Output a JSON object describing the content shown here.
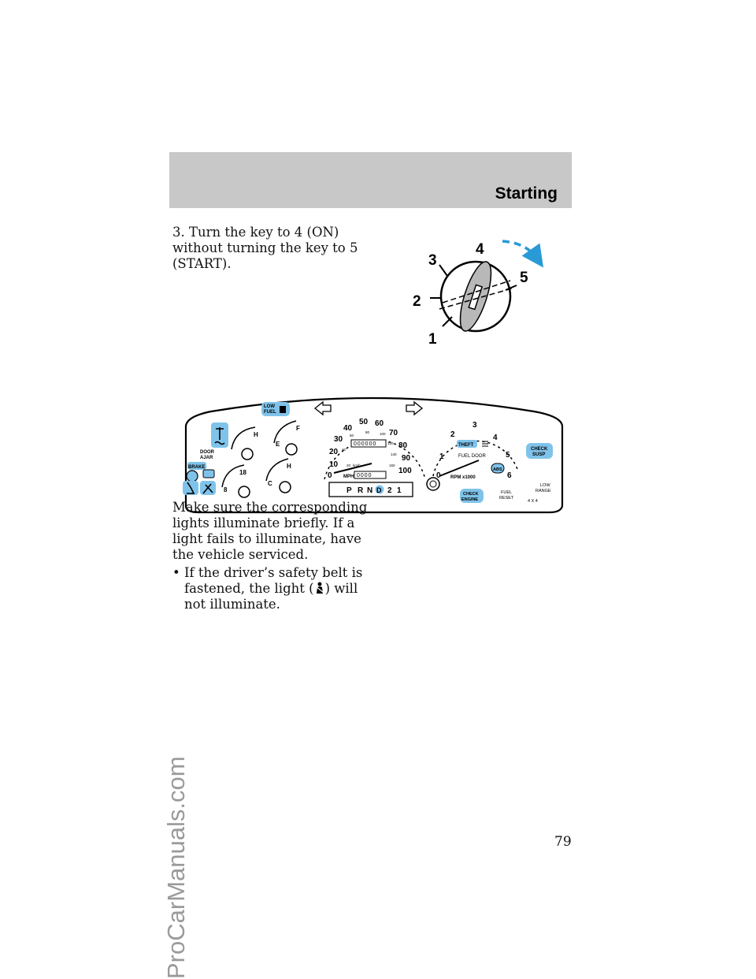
{
  "header": {
    "section_title": "Starting"
  },
  "watermark": "ProCarManuals.com",
  "step": {
    "text": "3. Turn the key to 4 (ON) without turning the key to 5 (START)."
  },
  "key_diagram": {
    "positions": [
      "1",
      "2",
      "3",
      "4",
      "5"
    ]
  },
  "cluster": {
    "warning_lights": {
      "low_fuel": [
        "LOW",
        "FUEL"
      ],
      "door_ajar": [
        "DOOR",
        "AJAR"
      ],
      "brake": "BRAKE",
      "theft": "THEFT",
      "fuel_door": "FUEL DOOR",
      "check_susp": [
        "CHECK",
        "SUSP"
      ],
      "check_engine": [
        "CHECK",
        "ENGINE"
      ],
      "fuel_reset": [
        "FUEL",
        "RESET"
      ],
      "low_range": [
        "LOW",
        "RANGE"
      ],
      "four_x_four": "4 X 4",
      "abs": "ABS"
    },
    "gauges": {
      "fuel_full": "F",
      "fuel_empty": "E",
      "temp_hot": "H",
      "temp_cold": "C",
      "oil_hot": "H",
      "volt_high": "18",
      "volt_low": "8"
    },
    "speedometer": {
      "mph": [
        "0",
        "10",
        "20",
        "30",
        "40",
        "50",
        "60",
        "70",
        "80",
        "90",
        "100"
      ],
      "kmh": [
        "20",
        "40",
        "60",
        "80",
        "100",
        "120",
        "140",
        "160"
      ],
      "kmh_unit": "km/h",
      "unit": "MPH",
      "odometer": "000000",
      "trip": "0000"
    },
    "gear_indicator": [
      "P",
      "R",
      "N",
      "D",
      "2",
      "1"
    ],
    "tachometer": {
      "scale": [
        "0",
        "1",
        "2",
        "3",
        "4",
        "5",
        "6"
      ],
      "unit": "RPM x1000"
    }
  },
  "paragraph": "Make sure the corresponding lights illuminate briefly. If a light fails to illuminate, have the vehicle serviced.",
  "bullet": {
    "marker": "•",
    "before": "If the driver’s safety belt is fastened, the light (",
    "after": ") will not illuminate."
  },
  "page_number": "79"
}
